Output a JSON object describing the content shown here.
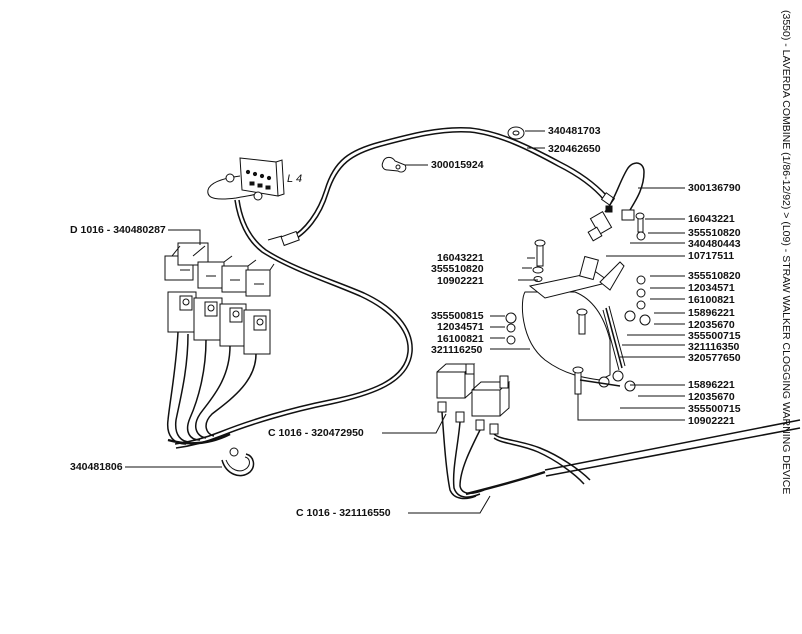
{
  "side_title": "(3550) - LAVERDA COMBINE (1/86-12/92) > (L09) - STRAW WALKER CLOGGING WARNING DEVICE",
  "box_label": "L 4",
  "parts": {
    "p340481703": "340481703",
    "p320462650": "320462650",
    "p300015924": "300015924",
    "p300136790": "300136790",
    "p16043221_r": "16043221",
    "p355510820_r": "355510820",
    "p340480443": "340480443",
    "p10717511": "10717511",
    "p16043221_m": "16043221",
    "p355510820_m": "355510820",
    "p10902221_m": "10902221",
    "p355510820_r2": "355510820",
    "p12034571_r": "12034571",
    "p16100821_r": "16100821",
    "p15896221_r": "15896221",
    "p12035670_r": "12035670",
    "p355500715_r": "355500715",
    "p321116350": "321116350",
    "p320577650": "320577650",
    "p355500815": "355500815",
    "p12034571_m": "12034571",
    "p16100821_m": "16100821",
    "p321116250": "321116250",
    "p15896221_b": "15896221",
    "p12035670_b": "12035670",
    "p355500715_b": "355500715",
    "p10902221_b": "10902221",
    "d1016_340480287": "D 1016 - 340480287",
    "p340481806": "340481806",
    "c1016_320472950": "C 1016 - 320472950",
    "c1016_321116550": "C 1016 - 321116550"
  }
}
